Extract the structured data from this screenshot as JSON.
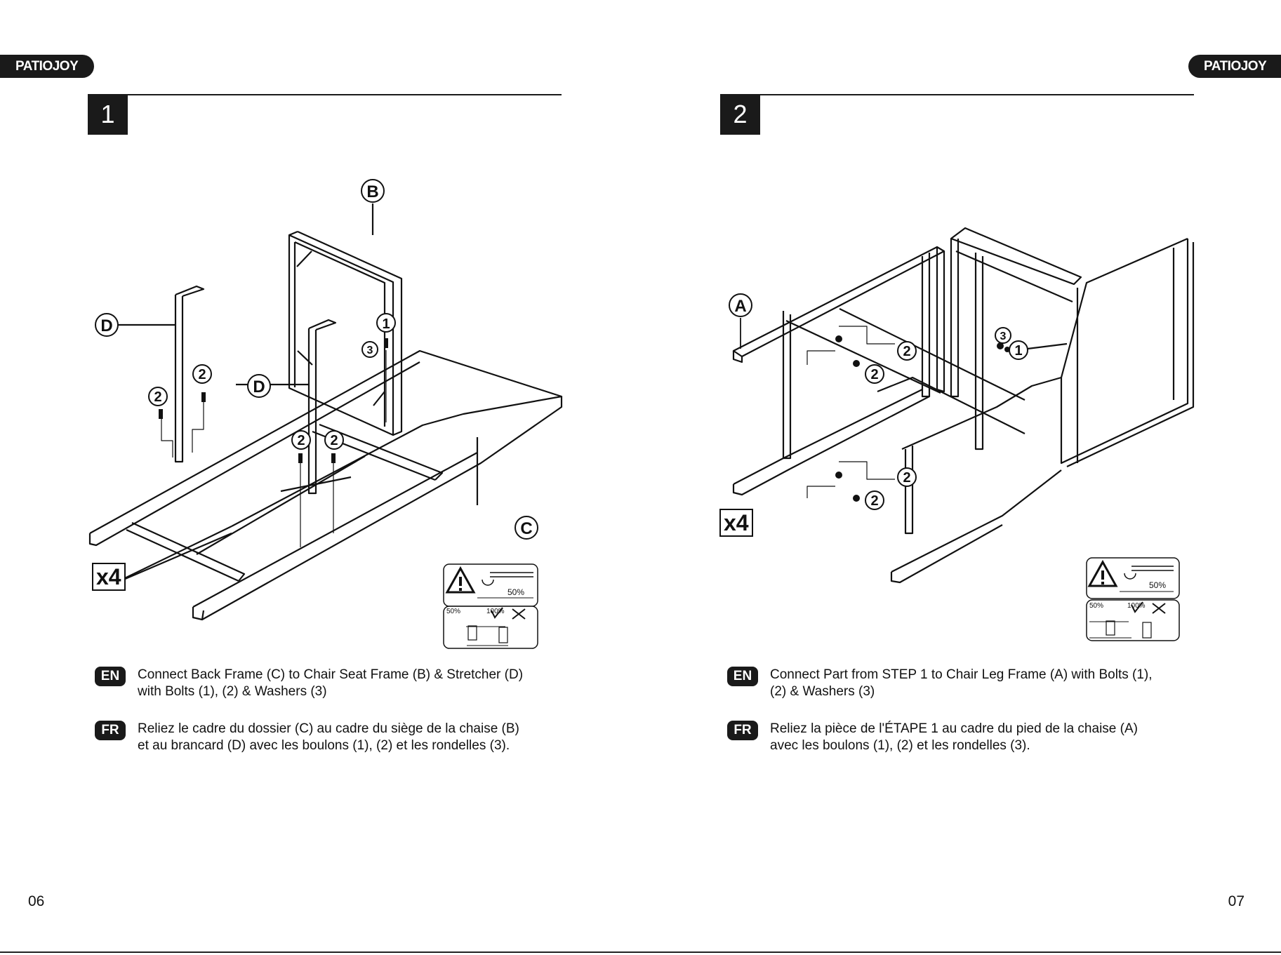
{
  "brand": "PATIOJOY",
  "caution": {
    "torque": "50%",
    "half": "50%",
    "full": "100%"
  },
  "steps": [
    {
      "number": "1",
      "quantity": "x4",
      "callouts": {
        "b": "B",
        "c": "C",
        "d1": "D",
        "d2": "D",
        "one": "1",
        "two_a": "2",
        "two_b": "2",
        "two_c": "2",
        "two_d": "2",
        "three": "3"
      },
      "instructions": [
        {
          "lang": "EN",
          "line1": "Connect Back Frame (C) to Chair Seat Frame (B) & Stretcher (D)",
          "line2": "with Bolts (1), (2) & Washers (3)"
        },
        {
          "lang": "FR",
          "line1": "Reliez le cadre du dossier (C) au cadre du siège de la chaise (B)",
          "line2": "et au brancard (D) avec les boulons (1), (2) et les rondelles (3)."
        }
      ]
    },
    {
      "number": "2",
      "quantity": "x4",
      "callouts": {
        "a": "A",
        "one": "1",
        "three": "3",
        "two_a": "2",
        "two_b": "2",
        "two_c": "2",
        "two_d": "2"
      },
      "instructions": [
        {
          "lang": "EN",
          "line1": "Connect Part from STEP 1 to Chair Leg Frame (A) with Bolts (1),",
          "line2": "(2) & Washers (3)"
        },
        {
          "lang": "FR",
          "line1": "Reliez la pièce de l'ÉTAPE 1 au cadre du pied de la chaise (A)",
          "line2": "avec les boulons (1), (2) et les rondelles (3)."
        }
      ]
    }
  ],
  "page_numbers": {
    "left": "06",
    "right": "07"
  }
}
